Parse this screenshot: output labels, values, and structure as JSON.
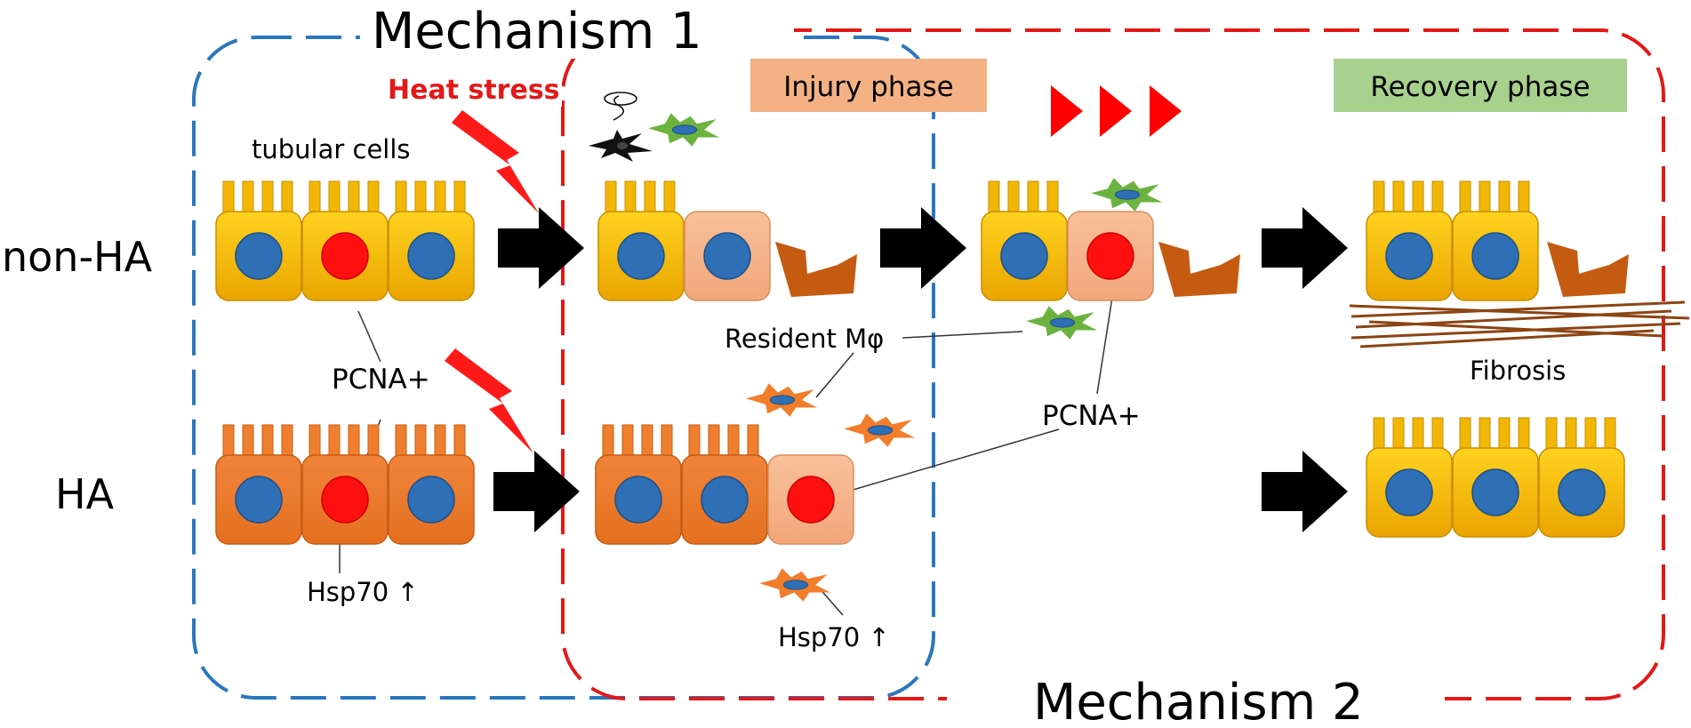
{
  "titles": {
    "mechanism1": "Mechanism 1",
    "mechanism2": "Mechanism 2"
  },
  "rows": {
    "non_ha": "non-HA",
    "ha": "HA"
  },
  "labels": {
    "heat_stress": "Heat stress",
    "tubular_cells": "tubular cells",
    "pcna_left": "PCNA+",
    "hsp70_left": "Hsp70 ↑",
    "resident_macrophage": "Resident Mφ",
    "pcna_right": "PCNA+",
    "hsp70_macrophage": "Hsp70 ↑",
    "fibrosis": "Fibrosis"
  },
  "phases": {
    "injury": "Injury phase",
    "recovery": "Recovery phase"
  },
  "colors": {
    "mechanism1_border": "#2a77bd",
    "mechanism2_border": "#e31818",
    "heat_stress_text": "#e31818",
    "lightning": "#ff1a1a",
    "yellow_cell": "#f4b800",
    "orange_cell": "#ef7f2e",
    "injured_cell": "#f6b48a",
    "nucleus_blue": "#2e6fb5",
    "nucleus_red": "#ff1010",
    "fibroblast": "#c55a11",
    "resident_macrophage": "#6bb33e",
    "macrophage_orange": "#f27d2b",
    "dead_cell": "#111111",
    "fibrosis_fiber": "#8b4513",
    "injury_phase_bg": "#f4b183",
    "recovery_phase_bg": "#a9d18e",
    "arrow": "#000000",
    "triangle": "#ff0000"
  }
}
